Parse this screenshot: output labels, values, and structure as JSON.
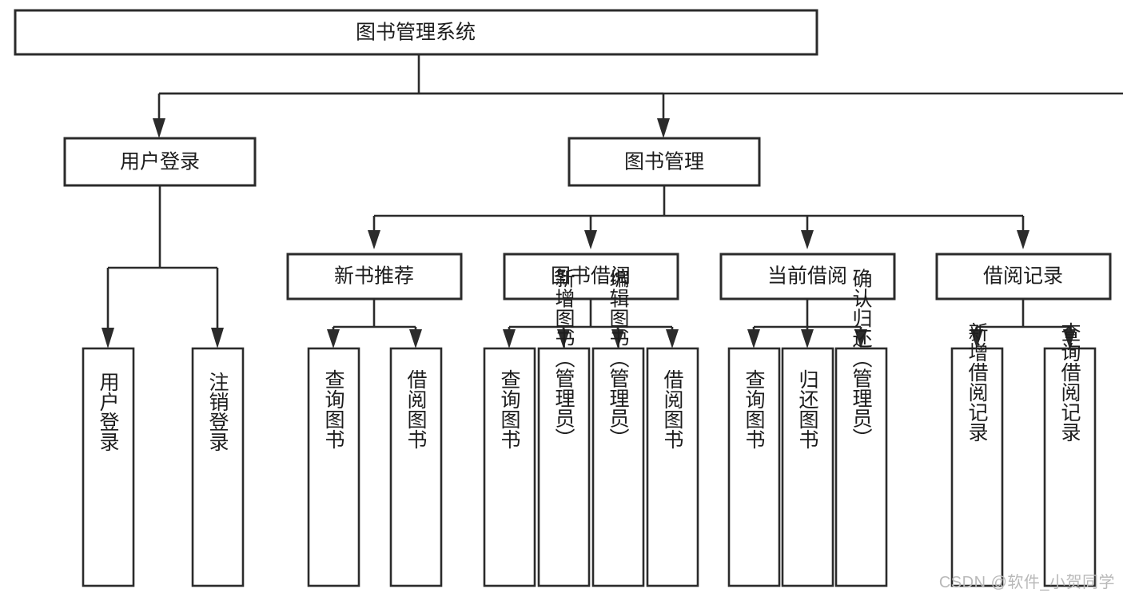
{
  "diagram": {
    "type": "tree-hierarchy",
    "title": "图书管理系统",
    "watermark": "CSDN @软件_小贺同学",
    "colors": {
      "background": "#ffffff",
      "stroke": "#2b2b2b",
      "text": "#1d1d1d",
      "watermark": "#b9b9b9"
    },
    "root": {
      "label": "图书管理系统"
    },
    "level2": [
      {
        "label": "用户登录"
      },
      {
        "label": "图书管理"
      }
    ],
    "level3": [
      {
        "label": "新书推荐"
      },
      {
        "label": "图书借阅"
      },
      {
        "label": "当前借阅"
      },
      {
        "label": "借阅记录"
      }
    ],
    "leaves": {
      "user_login": [
        {
          "label": "用户登录"
        },
        {
          "label": "注销登录"
        }
      ],
      "new_book": [
        {
          "label": "查询图书"
        },
        {
          "label": "借阅图书"
        }
      ],
      "book_borrow": [
        {
          "label": "查询图书"
        },
        {
          "label": "新增图书（管理员）"
        },
        {
          "label": "编辑图书（管理员）"
        },
        {
          "label": "借阅图书"
        }
      ],
      "current_borrow": [
        {
          "label": "查询图书"
        },
        {
          "label": "归还图书"
        },
        {
          "label": "确认归还（管理员）"
        }
      ],
      "borrow_record": [
        {
          "label": "新增借阅记录"
        },
        {
          "label": "查询借阅记录"
        }
      ]
    }
  }
}
